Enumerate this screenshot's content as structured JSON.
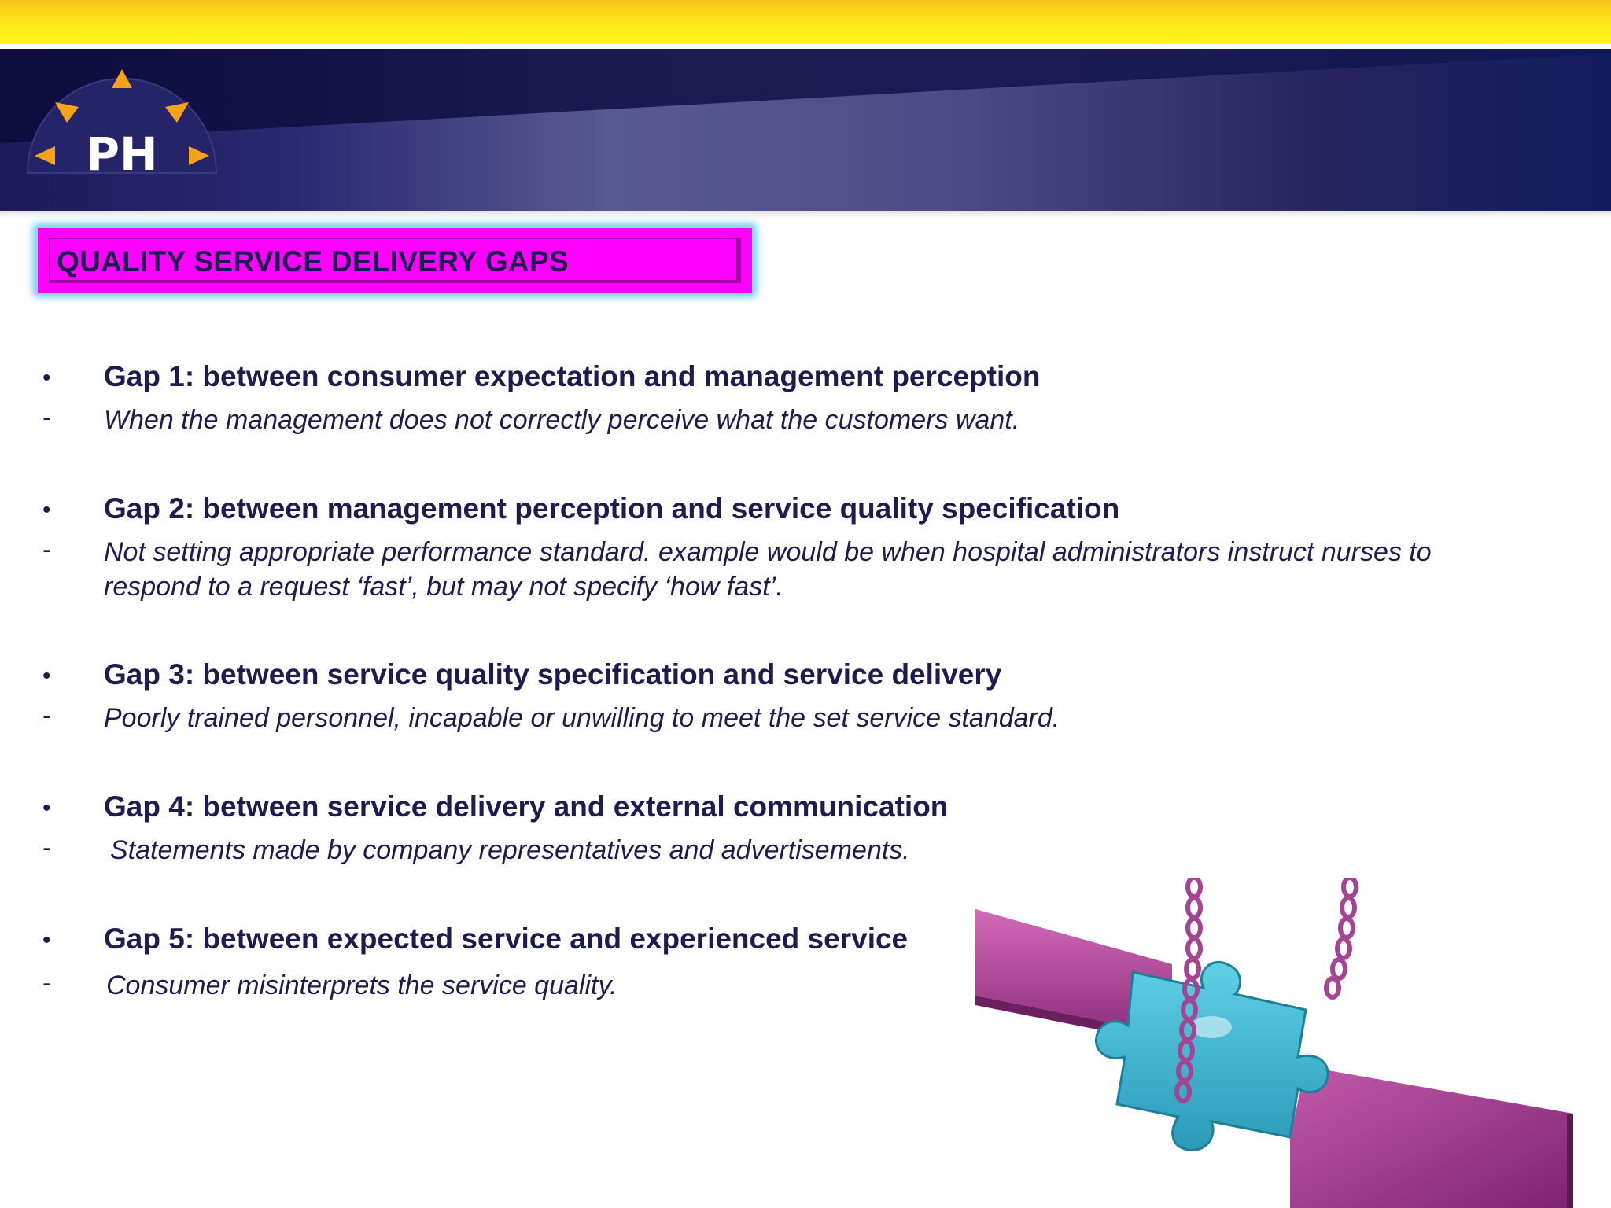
{
  "title": "QUALITY SERVICE DELIVERY GAPS",
  "logo": {
    "text": "PH",
    "icon": "sun-arrows-logo-icon",
    "colors": {
      "dome": "#2a2a6e",
      "arrows": "#f5a31a",
      "text": "#ffffff"
    }
  },
  "colors": {
    "top_stripe": "#fde41a",
    "header_band": "#2a2870",
    "title_box": "#ff00ff",
    "title_glow": "#4fc6e8",
    "text": "#1c1c4e",
    "puzzle": "#35b6d2",
    "planks": "#b8459e"
  },
  "markers": {
    "bullet": "•",
    "dash": "-"
  },
  "gaps": [
    {
      "heading": "Gap 1: between consumer expectation and management perception",
      "description": "When the management does not correctly perceive what the customers want."
    },
    {
      "heading": "Gap 2: between management perception and service quality specification",
      "description": "Not setting appropriate performance standard. example would be when hospital administrators instruct nurses to respond to a request ‘fast’, but may not specify ‘how fast’."
    },
    {
      "heading": "Gap 3: between service quality specification and service delivery",
      "description": "Poorly trained personnel, incapable or unwilling to meet the set service standard."
    },
    {
      "heading": "Gap 4: between service delivery and external communication",
      "description": "Statements made by company representatives and advertisements."
    },
    {
      "heading": "Gap 5: between expected service and experienced service",
      "description": "Consumer misinterprets the service quality."
    }
  ],
  "illustration": {
    "icon": "puzzle-bridge-chains-icon"
  }
}
